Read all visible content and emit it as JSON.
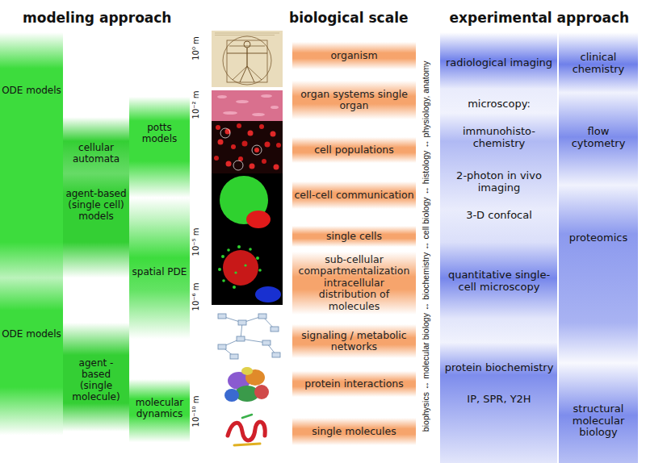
{
  "diagram": {
    "nodes": [
      {
        "text": [
          "ODE models"
        ]
      },
      {
        "text": [
          "cellular automata"
        ]
      },
      {
        "text": [
          "potts models"
        ]
      },
      {
        "text": [
          "agent-based (single cell) models"
        ]
      },
      {
        "text": [
          "spatial PDE"
        ]
      },
      {
        "text": [
          "ODE models"
        ]
      },
      {
        "text": [
          "agent -based (single molecule)"
        ]
      },
      {
        "text": [
          "molecular dynamics"
        ]
      },
      {
        "text": [
          "organism"
        ]
      },
      {
        "text": [
          "organ systems single organ"
        ]
      },
      {
        "text": [
          "cell populations"
        ]
      },
      {
        "text": [
          "cell-cell communication"
        ]
      },
      {
        "text": [
          "single cells"
        ]
      },
      {
        "text": [
          "sub-cellular compartmentalization intracellular distribution of molecules"
        ]
      },
      {
        "text": [
          "signaling / metabolic networks"
        ]
      },
      {
        "text": [
          "protein interactions"
        ]
      },
      {
        "text": [
          "single molecules"
        ]
      },
      {
        "text": [
          "radiological imaging"
        ]
      },
      {
        "text": [
          "clinical chemistry"
        ]
      },
      {
        "text": [
          "microscopy:"
        ]
      },
      {
        "text": [
          "immunohisto- chemistry"
        ]
      },
      {
        "text": [
          "flow cytometry"
        ]
      },
      {
        "text": [
          "2-photon in vivo imaging"
        ]
      },
      {
        "text": [
          "3-D confocal"
        ]
      },
      {
        "text": [
          "proteomics"
        ]
      },
      {
        "text": [
          "quantitative single-cell microscopy"
        ]
      },
      {
        "text": [
          "protein biochemistry"
        ]
      },
      {
        "text": [
          "IP, SPR, Y2H"
        ]
      },
      {
        "text": [
          "structural molecular biology"
        ]
      }
    ],
    "labels": [
      "modeling approach",
      "biological scale",
      "experimental approach",
      "10⁰ m",
      "10⁻² m",
      "10⁻⁵ m",
      "10⁻⁶ m",
      "10⁻¹⁰ m",
      "biophysics ↔ molecular biology ↔ biochemistry ↔ cell biology ↔ histology ↔ physiology, anatomy"
    ]
  }
}
